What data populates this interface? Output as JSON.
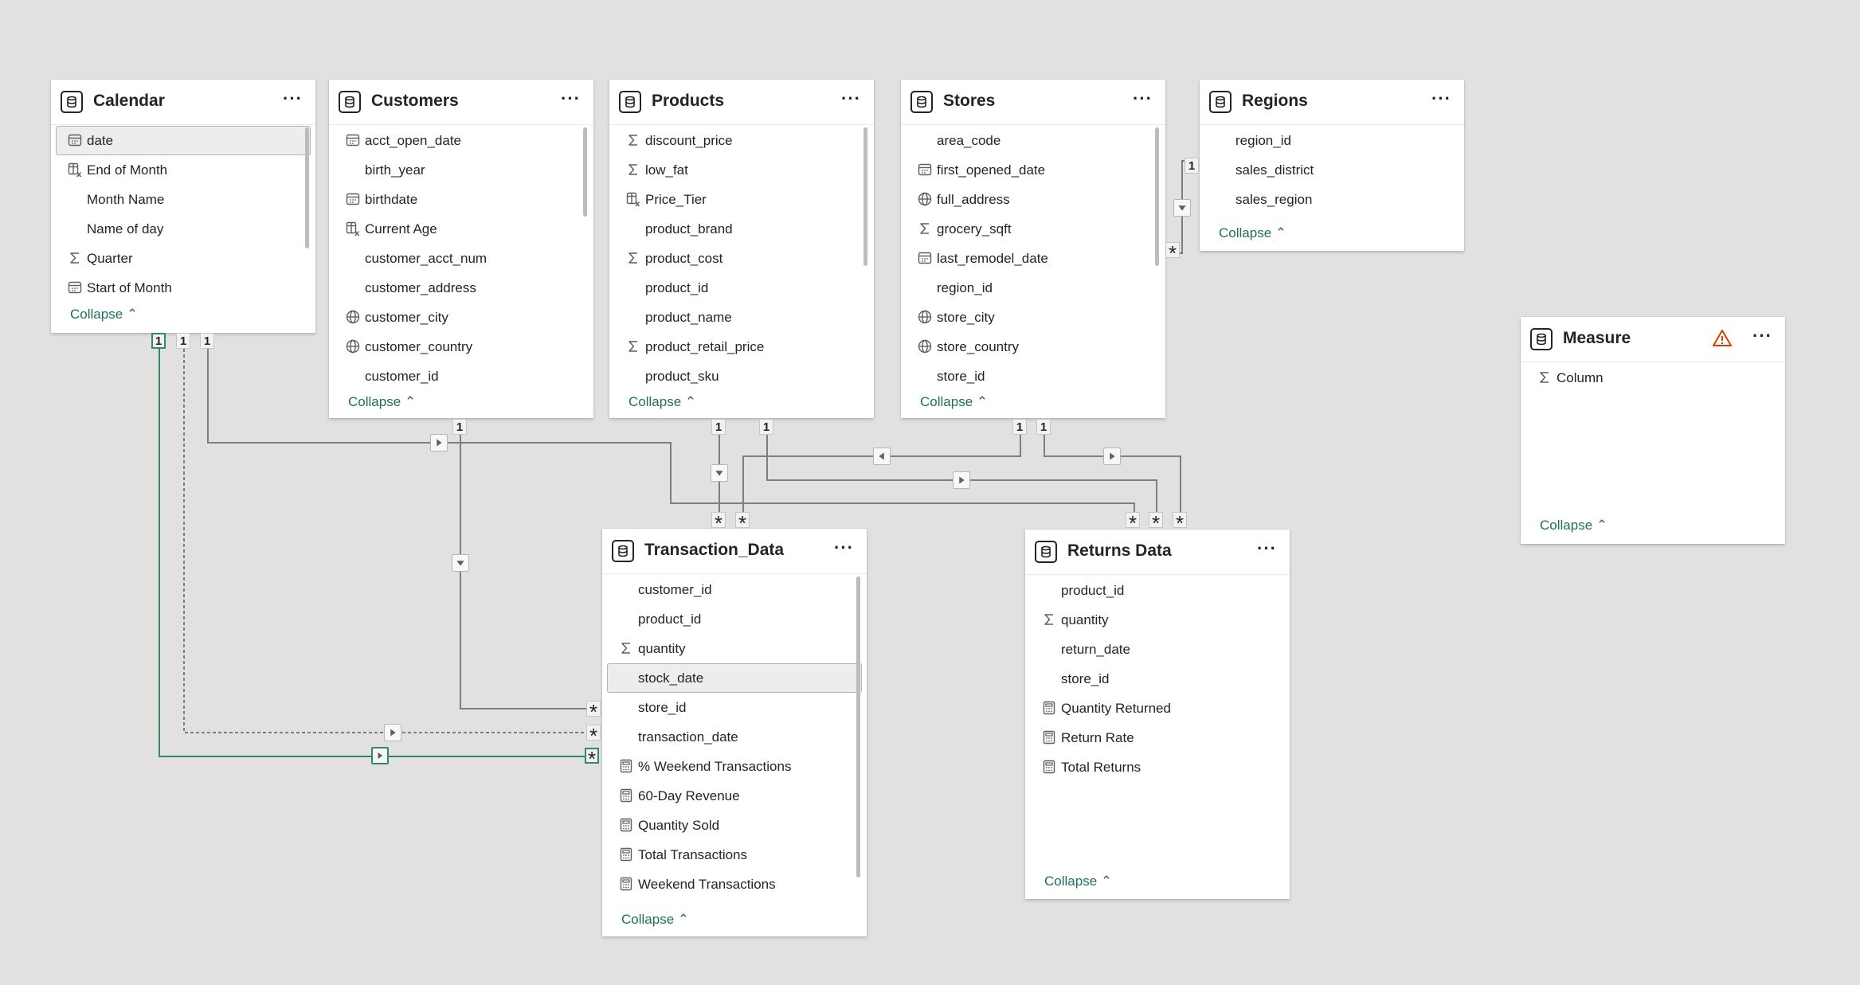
{
  "tables": {
    "calendar": {
      "title": "Calendar",
      "more": "···",
      "collapse": "Collapse",
      "fields": [
        "date",
        "End of Month",
        "Month Name",
        "Name of day",
        "Quarter",
        "Start of Month"
      ]
    },
    "customers": {
      "title": "Customers",
      "more": "···",
      "collapse": "Collapse",
      "fields": [
        "acct_open_date",
        "birth_year",
        "birthdate",
        "Current Age",
        "customer_acct_num",
        "customer_address",
        "customer_city",
        "customer_country",
        "customer_id"
      ]
    },
    "products": {
      "title": "Products",
      "more": "···",
      "collapse": "Collapse",
      "fields": [
        "discount_price",
        "low_fat",
        "Price_Tier",
        "product_brand",
        "product_cost",
        "product_id",
        "product_name",
        "product_retail_price",
        "product_sku"
      ]
    },
    "stores": {
      "title": "Stores",
      "more": "···",
      "collapse": "Collapse",
      "fields": [
        "area_code",
        "first_opened_date",
        "full_address",
        "grocery_sqft",
        "last_remodel_date",
        "region_id",
        "store_city",
        "store_country",
        "store_id"
      ]
    },
    "regions": {
      "title": "Regions",
      "more": "···",
      "collapse": "Collapse",
      "fields": [
        "region_id",
        "sales_district",
        "sales_region"
      ]
    },
    "measure": {
      "title": "Measure",
      "more": "···",
      "collapse": "Collapse",
      "fields": [
        "Column"
      ]
    },
    "transaction": {
      "title": "Transaction_Data",
      "more": "···",
      "collapse": "Collapse",
      "fields": [
        "customer_id",
        "product_id",
        "quantity",
        "stock_date",
        "store_id",
        "transaction_date",
        "% Weekend Transactions",
        "60-Day Revenue",
        "Quantity Sold",
        "Total Transactions",
        "Weekend Transactions"
      ]
    },
    "returns": {
      "title": "Returns Data",
      "more": "···",
      "collapse": "Collapse",
      "fields": [
        "product_id",
        "quantity",
        "return_date",
        "store_id",
        "Quantity Returned",
        "Return Rate",
        "Total Returns"
      ]
    }
  },
  "cardinality": {
    "one": "1",
    "many": "*"
  },
  "icons": {
    "table": "table-icon",
    "calendar": "calendar-icon",
    "calc": "calculated-column-icon",
    "sigma": "sum-icon",
    "globe": "globe-icon",
    "measure": "measure-icon",
    "warning": "warning-icon"
  },
  "colors": {
    "accent": "#1f6f5a",
    "selected_line": "#2d8a6a",
    "warning": "#d83b01"
  }
}
